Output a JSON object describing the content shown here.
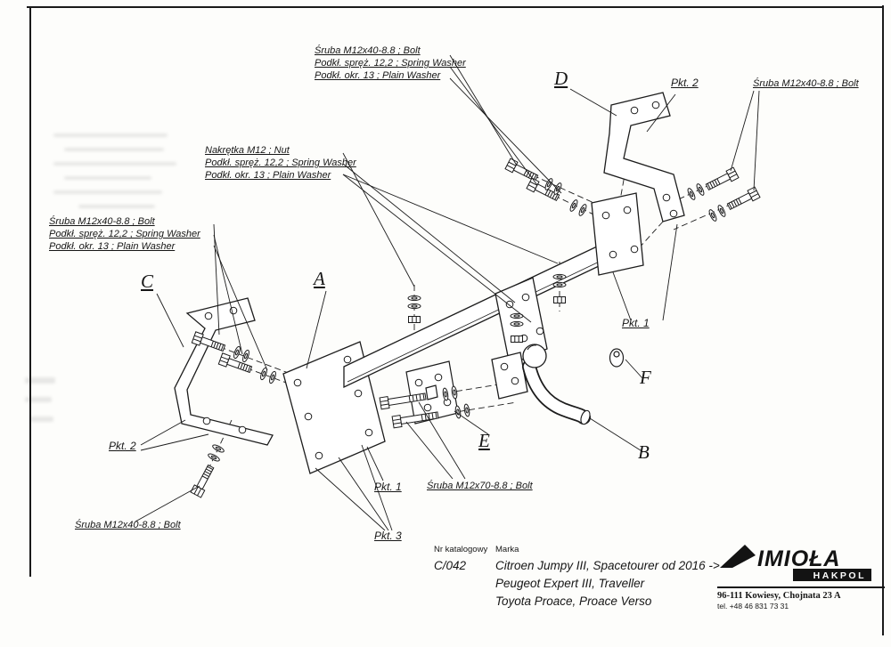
{
  "notes": {
    "top_bolt": {
      "line1": "Śruba M12x40-8.8 ;  Bolt",
      "line2": "Podkł. spręż. 12,2 ; Spring Washer",
      "line3": "Podkł. okr. 13 ; Plain Washer"
    },
    "nut": {
      "line1": "Nakrętka  M12 ;  Nut",
      "line2": "Podkł. spręż. 12,2 ; Spring Washer",
      "line3": "Podkł. okr. 13 ;  Plain Washer"
    },
    "left_bolt": {
      "line1": "Śruba M12x40-8.8 ;  Bolt",
      "line2": "Podkł. spręż. 12,2 ; Spring Washer",
      "line3": "Podkł. okr. 13 ; Plain Washer"
    },
    "top_right_bolt": "Śruba M12x40-8.8 ;  Bolt",
    "bottom_left_bolt": "Śruba M12x40-8.8 ;  Bolt",
    "center_bolt": "Śruba M12x70-8.8 ;  Bolt"
  },
  "part_labels": {
    "a": "A",
    "b": "B",
    "c": "C",
    "d": "D",
    "e": "E",
    "f": "F"
  },
  "point_labels": {
    "pkt1_right": "Pkt. 1",
    "pkt1_bottom": "Pkt. 1",
    "pkt2_top": "Pkt. 2",
    "pkt2_left": "Pkt. 2",
    "pkt3": "Pkt. 3"
  },
  "footer": {
    "catalog_label": "Nr katalogowy",
    "catalog_number": "C/042",
    "brand_label": "Marka",
    "brand_line1": "Citroen Jumpy III, Spacetourer  od 2016 ->",
    "brand_line2": "Peugeot Expert III, Traveller",
    "brand_line3": "Toyota Proace, Proace Verso",
    "logo_name": "IMIOŁA",
    "logo_sub": "HAKPOL",
    "address": "96-111 Kowiesy, Chojnata 23 A",
    "phone": "tel.  +48 46 831 73 31"
  }
}
